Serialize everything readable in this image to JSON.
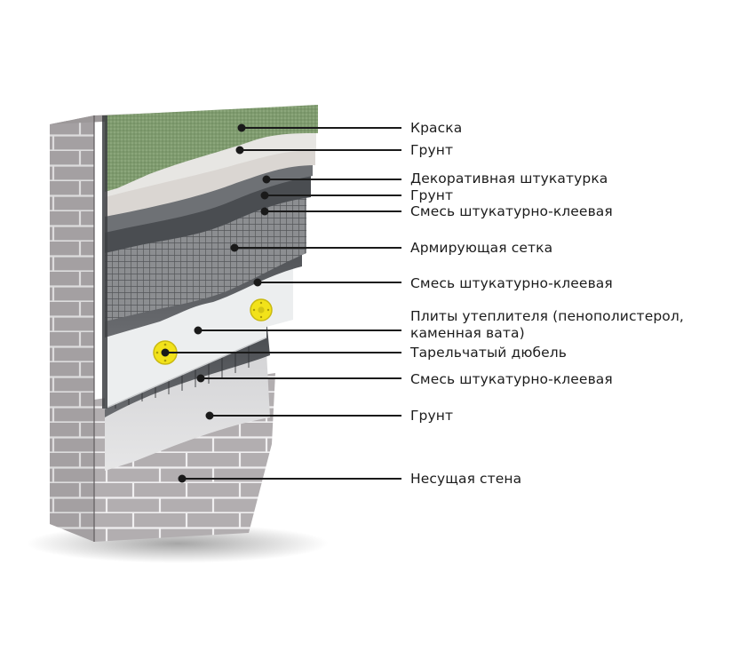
{
  "colors": {
    "background": "#ffffff",
    "leader_line": "#1a1a1a",
    "label_text": "#1c1c1c",
    "paint_green": "#7f9b6f",
    "dowel_yellow": "#f2e21a",
    "insulation": "#eceeef",
    "mesh": "#6d6f72",
    "adhesive_dark": "#4f5256",
    "brick": "#aeaaac"
  },
  "labels": [
    {
      "id": "paint",
      "text": "Краска"
    },
    {
      "id": "primer-1",
      "text": "Грунт"
    },
    {
      "id": "decorative-plaster",
      "text": "Декоративная штукатурка"
    },
    {
      "id": "primer-2",
      "text": "Грунт"
    },
    {
      "id": "adhesive-mix-1",
      "text": "Смесь штукатурно-клеевая"
    },
    {
      "id": "reinforcing-mesh",
      "text": "Армирующая сетка"
    },
    {
      "id": "adhesive-mix-2",
      "text": "Смесь штукатурно-клеевая"
    },
    {
      "id": "insulation-boards",
      "lines": [
        "Плиты утеплителя (пенополистерол,",
        "каменная вата)"
      ]
    },
    {
      "id": "disc-dowel",
      "text": "Тарельчатый дюбель"
    },
    {
      "id": "adhesive-mix-3",
      "text": "Смесь штукатурно-клеевая"
    },
    {
      "id": "primer-3",
      "text": "Грунт"
    },
    {
      "id": "load-bearing-wall",
      "text": "Несущая стена"
    }
  ]
}
